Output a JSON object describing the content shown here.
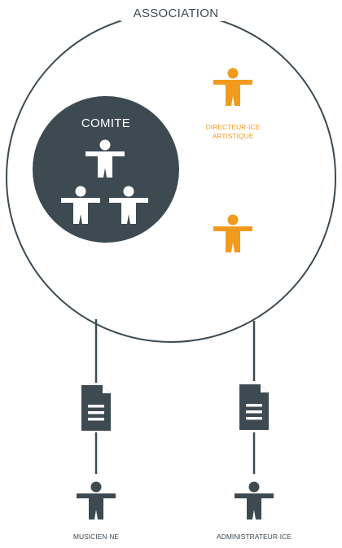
{
  "colors": {
    "dark": "#3d4a52",
    "orange": "#f29a1e",
    "white": "#ffffff",
    "line": "#3d4a52"
  },
  "association": {
    "label": "ASSOCIATION"
  },
  "comite": {
    "label": "COMITE"
  },
  "director": {
    "label_line1": "DIRECTEUR·ICE",
    "label_line2": "ARTISTIQUE",
    "icon": "person-icon"
  },
  "bottom": [
    {
      "label": "MUSICIEN·NE",
      "document_icon": "document-icon",
      "person_icon": "person-icon"
    },
    {
      "label": "ADMINISTRATEUR·ICE",
      "document_icon": "document-icon",
      "person_icon": "person-icon"
    }
  ]
}
